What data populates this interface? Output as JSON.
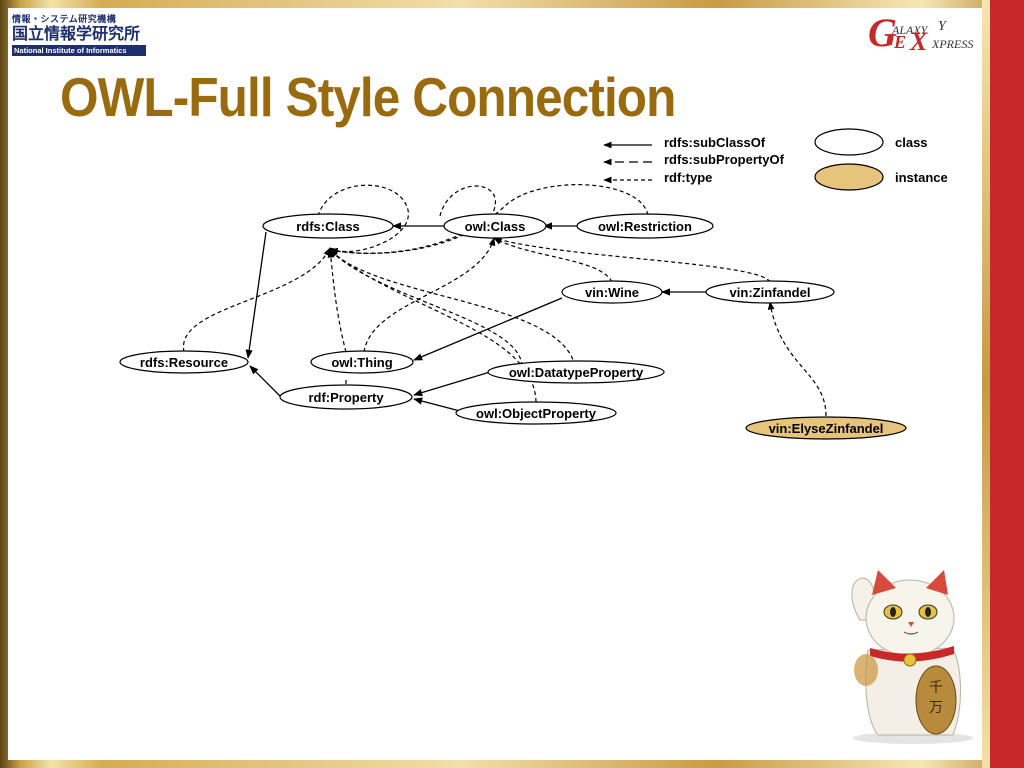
{
  "logo": {
    "top": "情報・システム研究機構",
    "middle": "国立情報学研究所",
    "bottom": "National Institute of Informatics"
  },
  "brand": {
    "line1": "ALAXY",
    "line2": "XPRESS",
    "letter_g": "G",
    "letter_e": "E",
    "letter_x": "X",
    "letter_y": "Y"
  },
  "title": "OWL-Full Style Connection",
  "legend": {
    "subclass": "rdfs:subClassOf",
    "subproperty": "rdfs:subPropertyOf",
    "type": "rdf:type",
    "class": "class",
    "instance": "instance"
  },
  "nodes": {
    "rdfs_class": "rdfs:Class",
    "owl_class": "owl:Class",
    "owl_restriction": "owl:Restriction",
    "vin_wine": "vin:Wine",
    "vin_zinfandel": "vin:Zinfandel",
    "rdfs_resource": "rdfs:Resource",
    "owl_thing": "owl:Thing",
    "owl_datatypeproperty": "owl:DatatypeProperty",
    "rdf_property": "rdf:Property",
    "owl_objectproperty": "owl:ObjectProperty",
    "vin_elysezinfandel": "vin:ElyseZinfandel"
  },
  "colors": {
    "title": "#9a6b0e",
    "instance_fill": "#e6c47c",
    "accent_red": "#c8282a",
    "nii_blue": "#1d2f6e"
  }
}
